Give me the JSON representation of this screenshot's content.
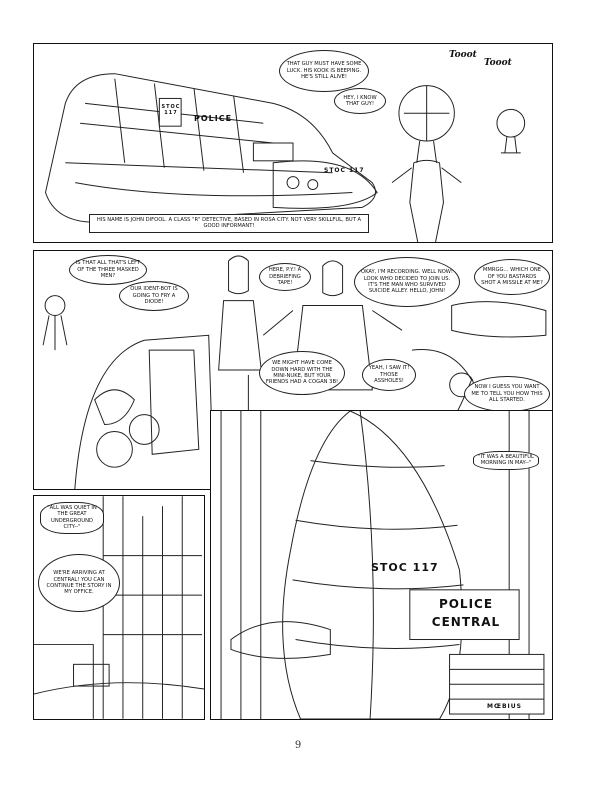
{
  "panel1": {
    "balloons": [
      "That guy must have some luck. His kook is beeping. He's still alive!",
      "Hey, I know that guy!"
    ],
    "sfx": [
      "Tooot",
      "Tooot"
    ],
    "vehicle_text": [
      "STOC 117",
      "POLICE",
      "STOC 117"
    ],
    "caption": "His name is John Difool. A class \"R\" detective, based in Rosa City. Not very skillful, but a good informant!"
  },
  "panel2": {
    "balloons": [
      "Is that all that's left of the three masked men?",
      "Our ident-bot is going to fry a diode!",
      "Here, P.Y.! A debriefing tape!",
      "Okay, I'm recording. Well now! Look who decided to join us. It's the man who survived suicide alley. Hello, John!",
      "Mmrgg... Which one of you bastards shot a missile at me?",
      "Now I guess you want me to tell you how this all started.",
      "We might have come down hard with the mini-nuke, but your friends had a Cogan 3b!",
      "Yeah, I saw it! Those assholes!"
    ]
  },
  "panel3": {
    "caption": "\"It was a beautiful morning in May--\"",
    "hull_text": "STOC 117",
    "sign": [
      "POLICE",
      "CENTRAL"
    ],
    "signature": "MŒBIUS"
  },
  "panel4": {
    "caption": "\"All was quiet in the great underground city--\"",
    "balloon": "We're arriving at central! You can continue the story in my office."
  },
  "page_number": "9"
}
